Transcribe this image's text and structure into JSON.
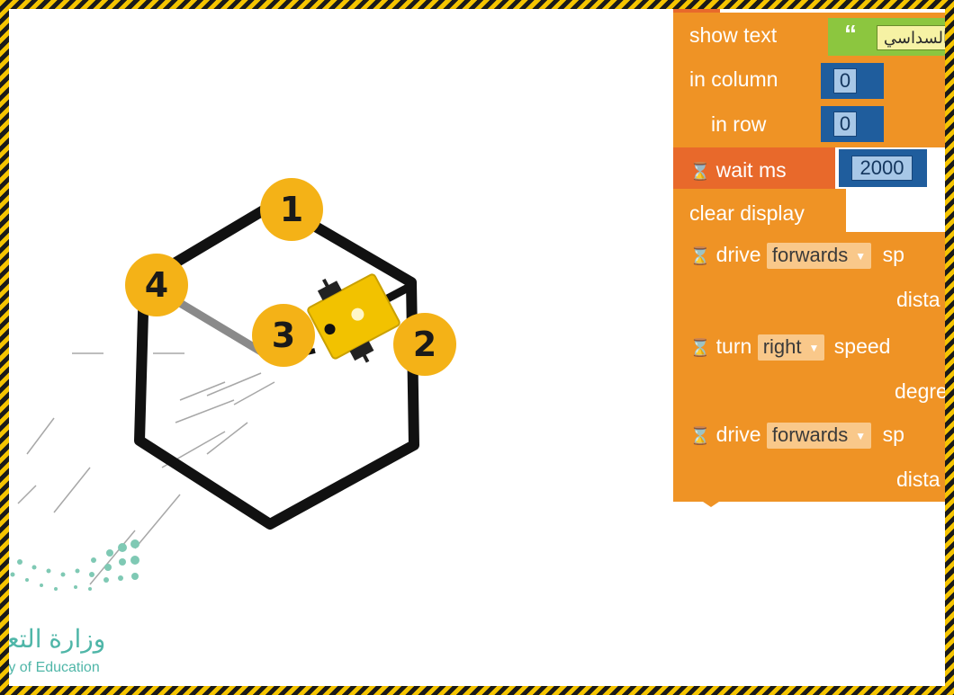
{
  "badges": [
    "1",
    "2",
    "3",
    "4"
  ],
  "blocks": {
    "show_text": {
      "label": "show text",
      "text_value": "السداسي",
      "quote": "“",
      "column_label": "in column",
      "column_value": "0",
      "row_label": "in row",
      "row_value": "0"
    },
    "wait": {
      "label": "wait ms",
      "value": "2000"
    },
    "clear": {
      "label": "clear display"
    },
    "drive1": {
      "label": "drive",
      "direction": "forwards",
      "tail": "sp",
      "line2": "dista"
    },
    "turn": {
      "label": "turn",
      "direction": "right",
      "tail": "speed",
      "line2": "degre"
    },
    "drive2": {
      "label": "drive",
      "direction": "forwards",
      "tail": "sp",
      "line2": "dista"
    }
  },
  "ministry": {
    "arabic": "وزارة التعـ",
    "english": "ry of Education"
  },
  "colors": {
    "block_orange": "#ef9325",
    "block_red": "#e8692b",
    "number_block": "#1f5d9d",
    "text_block": "#8cc63f",
    "badge": "#f4b217",
    "robot": "#f2c200",
    "stripe_yellow": "#f5c400"
  }
}
